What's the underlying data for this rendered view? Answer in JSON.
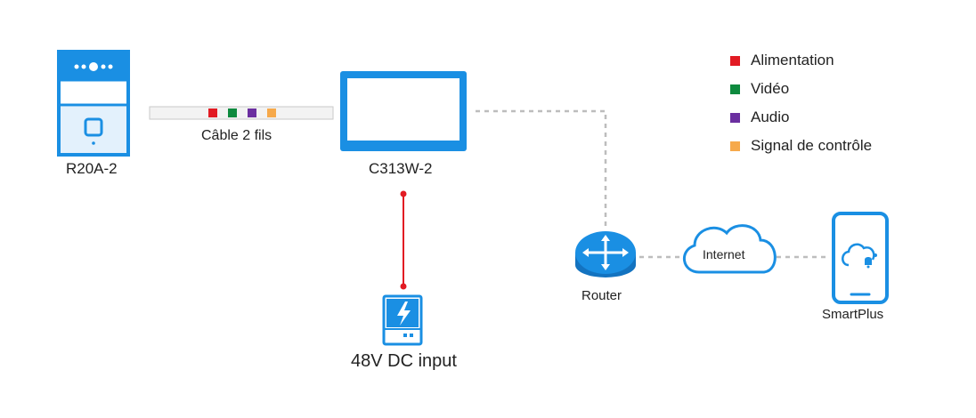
{
  "devices": {
    "door_station": {
      "label": "R20A-2"
    },
    "cable": {
      "label": "Câble 2 fils",
      "segments": [
        "#e21b23",
        "#0e8a3e",
        "#6b2fa0",
        "#f6a94b"
      ]
    },
    "monitor": {
      "label": "C313W-2"
    },
    "power": {
      "label": "48V DC input"
    },
    "router": {
      "label": "Router"
    },
    "cloud": {
      "label": "Internet"
    },
    "phone": {
      "label": "SmartPlus"
    }
  },
  "legend": [
    {
      "label": "Alimentation",
      "color": "#e21b23"
    },
    {
      "label": "Vidéo",
      "color": "#0e8a3e"
    },
    {
      "label": "Audio",
      "color": "#6b2fa0"
    },
    {
      "label": "Signal de contrôle",
      "color": "#f6a94b"
    }
  ],
  "colors": {
    "device_blue": "#1a8fe3",
    "power_line": "#e21b23",
    "network_line": "#bdbdbd"
  },
  "icons": {
    "door_station": "intercom-door-station-icon",
    "monitor": "indoor-monitor-icon",
    "power": "power-supply-icon",
    "router": "router-icon",
    "cloud": "cloud-icon",
    "phone": "smartphone-icon"
  }
}
